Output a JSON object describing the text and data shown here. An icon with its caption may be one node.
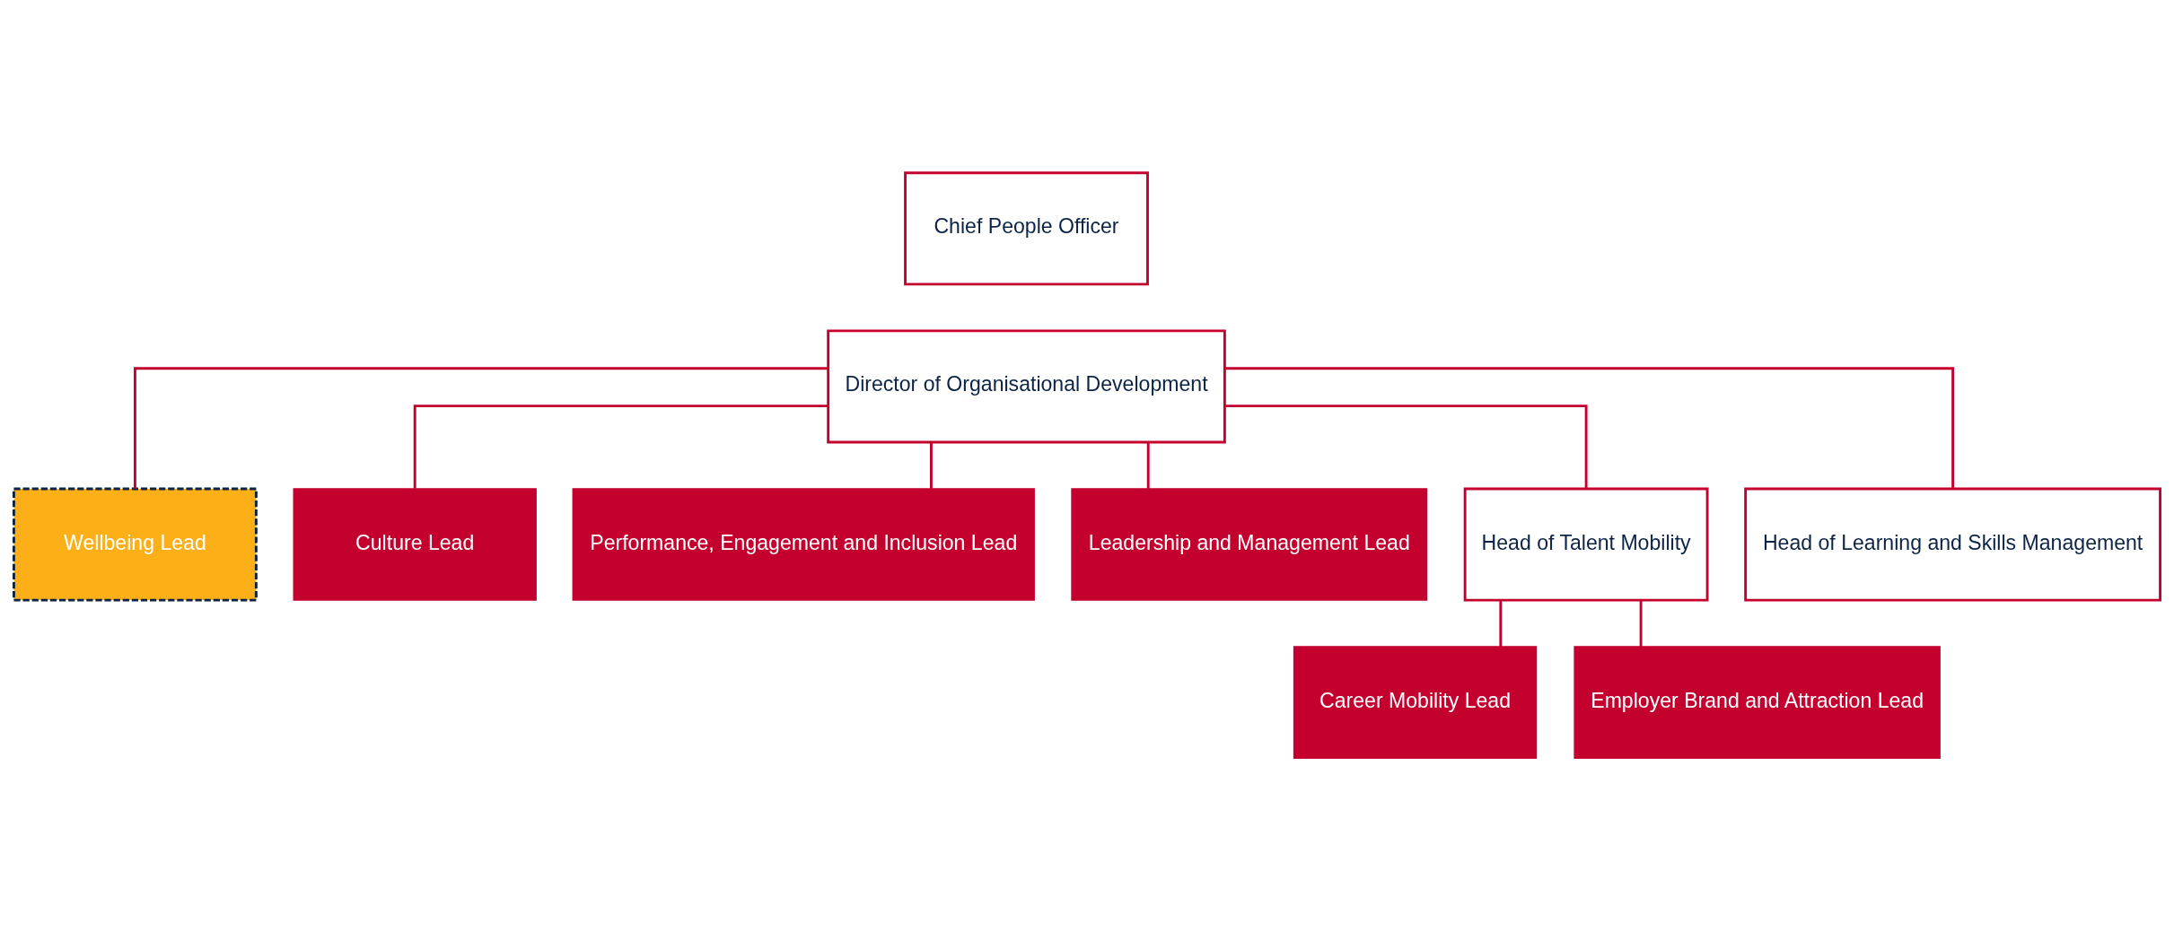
{
  "diagram": {
    "nodes": [
      {
        "text": [
          "Chief People Officer"
        ]
      },
      {
        "text": [
          "Director of Organisational Development"
        ]
      },
      {
        "text": [
          "Wellbeing Lead"
        ]
      },
      {
        "text": [
          "Culture Lead"
        ]
      },
      {
        "text": [
          "Performance, Engagement and Inclusion Lead"
        ]
      },
      {
        "text": [
          "Leadership and Management Lead"
        ]
      },
      {
        "text": [
          "Head of Talent Mobility"
        ]
      },
      {
        "text": [
          "Head of Learning and Skills Management"
        ]
      },
      {
        "text": [
          "Career Mobility Lead"
        ]
      },
      {
        "text": [
          "Employer Brand and Attraction Lead"
        ]
      }
    ],
    "edges": [
      {
        "from": 1,
        "to": 2,
        "arrow": "none"
      },
      {
        "from": 1,
        "to": 3,
        "arrow": "none"
      },
      {
        "from": 1,
        "to": 4,
        "arrow": "none"
      },
      {
        "from": 1,
        "to": 5,
        "arrow": "none"
      },
      {
        "from": 1,
        "to": 6,
        "arrow": "none"
      },
      {
        "from": 1,
        "to": 7,
        "arrow": "none"
      },
      {
        "from": 6,
        "to": 8,
        "arrow": "none"
      },
      {
        "from": 6,
        "to": 9,
        "arrow": "none"
      }
    ]
  }
}
